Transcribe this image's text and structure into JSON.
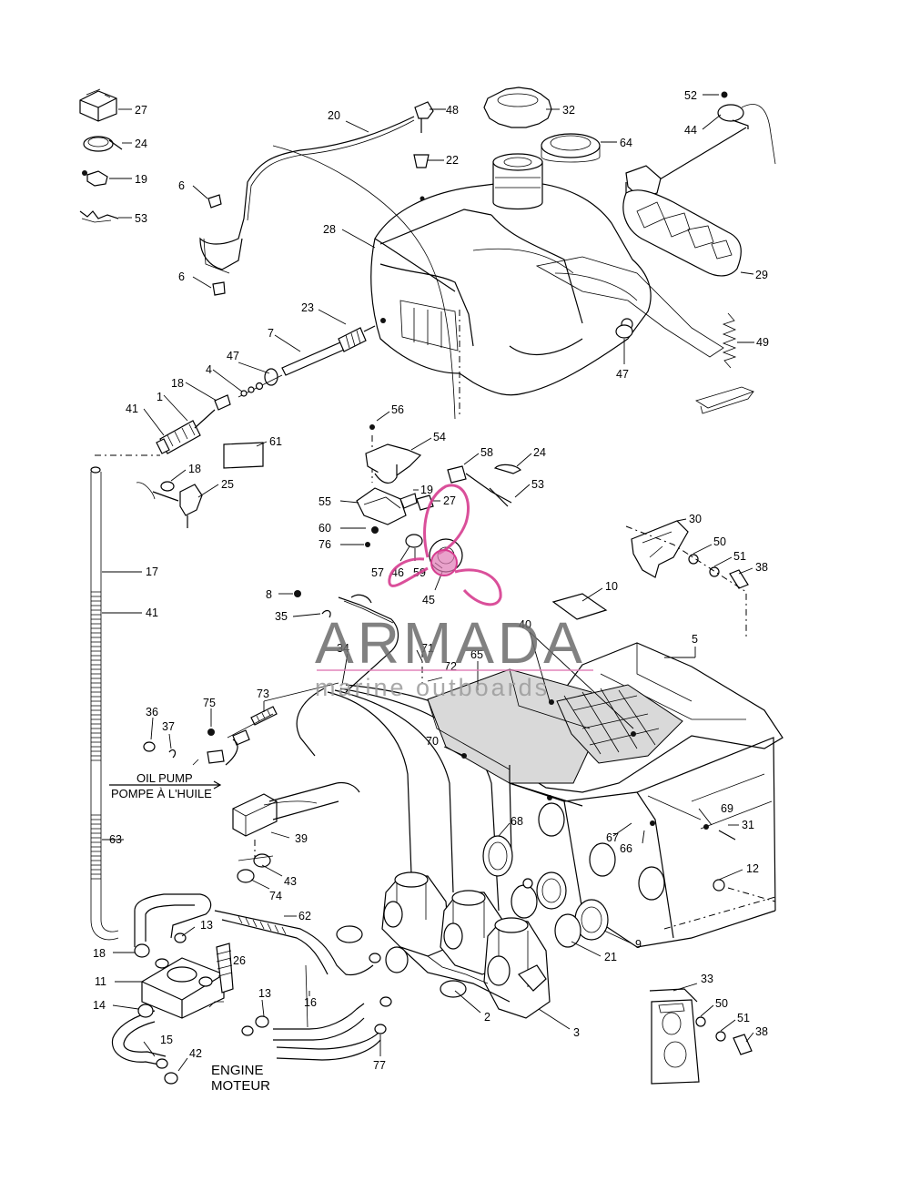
{
  "captions": {
    "oil_pump_en": "OIL PUMP",
    "oil_pump_fr": "POMPE À L'HUILE",
    "engine_en": "ENGINE",
    "engine_fr": "MOTEUR"
  },
  "watermark": {
    "brand": "ARMADA",
    "tagline": "marine outboards",
    "logo_color": "#d63c8f",
    "text_color": "#6b6b6b"
  },
  "callouts": [
    {
      "id": "c27",
      "label": "27"
    },
    {
      "id": "c24a",
      "label": "24"
    },
    {
      "id": "c19a",
      "label": "19"
    },
    {
      "id": "c53a",
      "label": "53"
    },
    {
      "id": "c20",
      "label": "20"
    },
    {
      "id": "c48",
      "label": "48"
    },
    {
      "id": "c32",
      "label": "32"
    },
    {
      "id": "c52",
      "label": "52"
    },
    {
      "id": "c44",
      "label": "44"
    },
    {
      "id": "c64",
      "label": "64"
    },
    {
      "id": "c22",
      "label": "22"
    },
    {
      "id": "c6a",
      "label": "6"
    },
    {
      "id": "c28",
      "label": "28"
    },
    {
      "id": "c6b",
      "label": "6"
    },
    {
      "id": "c29",
      "label": "29"
    },
    {
      "id": "c23",
      "label": "23"
    },
    {
      "id": "c7",
      "label": "7"
    },
    {
      "id": "c49",
      "label": "49"
    },
    {
      "id": "c47a",
      "label": "47"
    },
    {
      "id": "c47b",
      "label": "47"
    },
    {
      "id": "c4",
      "label": "4"
    },
    {
      "id": "c18a",
      "label": "18"
    },
    {
      "id": "c1",
      "label": "1"
    },
    {
      "id": "c41a",
      "label": "41"
    },
    {
      "id": "c56",
      "label": "56"
    },
    {
      "id": "c54",
      "label": "54"
    },
    {
      "id": "c61",
      "label": "61"
    },
    {
      "id": "c58",
      "label": "58"
    },
    {
      "id": "c24b",
      "label": "24"
    },
    {
      "id": "c18b",
      "label": "18"
    },
    {
      "id": "c25",
      "label": "25"
    },
    {
      "id": "c53b",
      "label": "53"
    },
    {
      "id": "c19b",
      "label": "19"
    },
    {
      "id": "c55",
      "label": "55"
    },
    {
      "id": "c27b",
      "label": "27"
    },
    {
      "id": "c30",
      "label": "30"
    },
    {
      "id": "c60",
      "label": "60"
    },
    {
      "id": "c50a",
      "label": "50"
    },
    {
      "id": "c76",
      "label": "76"
    },
    {
      "id": "c51a",
      "label": "51"
    },
    {
      "id": "c38a",
      "label": "38"
    },
    {
      "id": "c17",
      "label": "17"
    },
    {
      "id": "c57",
      "label": "57"
    },
    {
      "id": "c46",
      "label": "46"
    },
    {
      "id": "c59",
      "label": "59"
    },
    {
      "id": "c45",
      "label": "45"
    },
    {
      "id": "c10",
      "label": "10"
    },
    {
      "id": "c41b",
      "label": "41"
    },
    {
      "id": "c8",
      "label": "8"
    },
    {
      "id": "c35",
      "label": "35"
    },
    {
      "id": "c40",
      "label": "40"
    },
    {
      "id": "c5",
      "label": "5"
    },
    {
      "id": "c34",
      "label": "34"
    },
    {
      "id": "c71",
      "label": "71"
    },
    {
      "id": "c65",
      "label": "65"
    },
    {
      "id": "c72",
      "label": "72"
    },
    {
      "id": "c36",
      "label": "36"
    },
    {
      "id": "c75",
      "label": "75"
    },
    {
      "id": "c73",
      "label": "73"
    },
    {
      "id": "c37",
      "label": "37"
    },
    {
      "id": "c70",
      "label": "70"
    },
    {
      "id": "c39",
      "label": "39"
    },
    {
      "id": "c68",
      "label": "68"
    },
    {
      "id": "c69",
      "label": "69"
    },
    {
      "id": "c31",
      "label": "31"
    },
    {
      "id": "c67",
      "label": "67"
    },
    {
      "id": "c66",
      "label": "66"
    },
    {
      "id": "c63",
      "label": "63"
    },
    {
      "id": "c43",
      "label": "43"
    },
    {
      "id": "c74",
      "label": "74"
    },
    {
      "id": "c12",
      "label": "12"
    },
    {
      "id": "c62",
      "label": "62"
    },
    {
      "id": "c13a",
      "label": "13"
    },
    {
      "id": "c9",
      "label": "9"
    },
    {
      "id": "c21",
      "label": "21"
    },
    {
      "id": "c18c",
      "label": "18"
    },
    {
      "id": "c26",
      "label": "26"
    },
    {
      "id": "c11",
      "label": "11"
    },
    {
      "id": "c13b",
      "label": "13"
    },
    {
      "id": "c16",
      "label": "16"
    },
    {
      "id": "c33",
      "label": "33"
    },
    {
      "id": "c14",
      "label": "14"
    },
    {
      "id": "c2",
      "label": "2"
    },
    {
      "id": "c50b",
      "label": "50"
    },
    {
      "id": "c3",
      "label": "3"
    },
    {
      "id": "c51b",
      "label": "51"
    },
    {
      "id": "c15",
      "label": "15"
    },
    {
      "id": "c38b",
      "label": "38"
    },
    {
      "id": "c77",
      "label": "77"
    },
    {
      "id": "c42",
      "label": "42"
    }
  ]
}
